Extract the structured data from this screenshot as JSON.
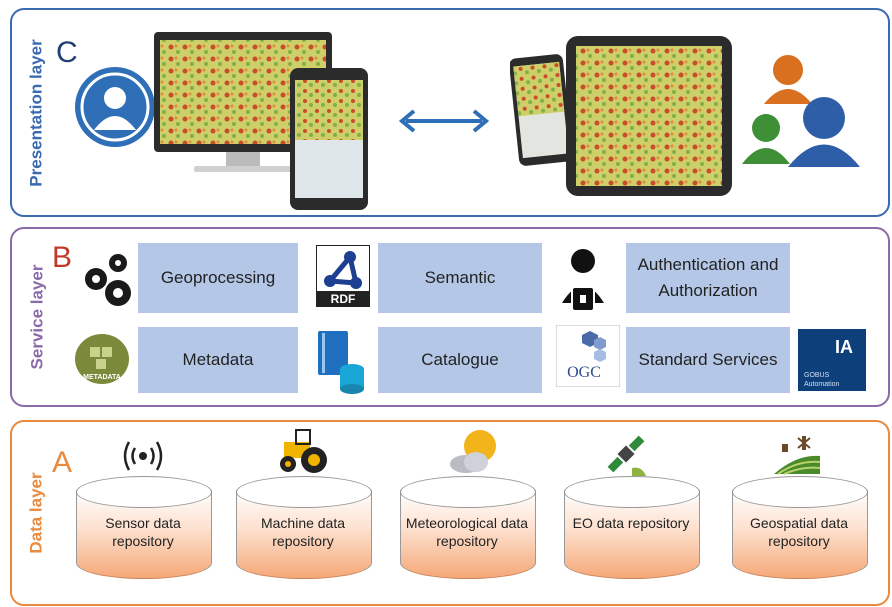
{
  "presentation": {
    "title": "Presentation layer",
    "letter": "C"
  },
  "service": {
    "title": "Service layer",
    "letter": "B",
    "boxes": {
      "geoprocessing": "Geoprocessing",
      "semantic": "Semantic",
      "auth": "Authentication and Authorization",
      "metadata": "Metadata",
      "catalogue": "Catalogue",
      "standard": "Standard Services"
    },
    "icon_text": {
      "rdf": "RDF",
      "ogc": "OGC",
      "metadata": "METADATA",
      "ia": "IA",
      "ia_sub1": "GOBUS",
      "ia_sub2": "Automation"
    }
  },
  "data": {
    "title": "Data layer",
    "letter": "A",
    "repos": [
      {
        "label": "Sensor data repository",
        "icon": "sensor-signal-icon"
      },
      {
        "label": "Machine data repository",
        "icon": "tractor-icon"
      },
      {
        "label": "Meteorological data repository",
        "icon": "sun-cloud-icon"
      },
      {
        "label": "EO data repository",
        "icon": "satellite-icon"
      },
      {
        "label": "Geospatial data repository",
        "icon": "field-icon"
      }
    ]
  },
  "colors": {
    "presentation": "#3a6bb0",
    "service": "#8a6aa8",
    "data": "#e98a3e",
    "box_fill": "#b4c7e7"
  }
}
